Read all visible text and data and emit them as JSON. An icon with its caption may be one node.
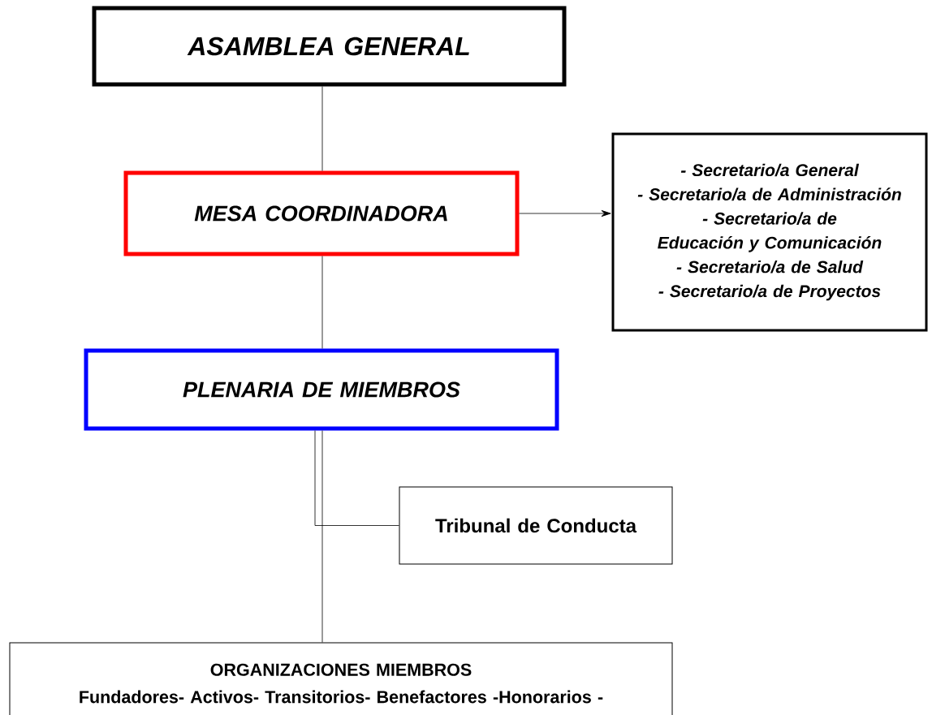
{
  "diagram": {
    "nodes": [
      {
        "text": [
          "ASAMBLEA GENERAL"
        ]
      },
      {
        "text": [
          "MESA COORDINADORA"
        ]
      },
      {
        "text": [
          "- Secretario/a General",
          "- Secretario/a de Administración",
          "- Secretario/a de Educación y Comunicación",
          "- Secretario/a de Salud",
          "- Secretario/a de Proyectos"
        ]
      },
      {
        "text": [
          "PLENARIA DE MIEMBROS"
        ]
      },
      {
        "text": [
          "Tribunal de Conducta"
        ]
      },
      {
        "text": [
          "ORGANIZACIONES  MIEMBROS",
          "Fundadores- Activos- Transitorios- Benefactores -Honorarios -"
        ]
      }
    ],
    "edges": [
      {
        "from": 0,
        "to": 1,
        "arrow": "none"
      },
      {
        "from": 1,
        "to": 2,
        "arrow": "to"
      },
      {
        "from": 1,
        "to": 3,
        "arrow": "none"
      },
      {
        "from": 3,
        "to": 4,
        "arrow": "none"
      },
      {
        "from": 3,
        "to": 5,
        "arrow": "none"
      }
    ]
  }
}
